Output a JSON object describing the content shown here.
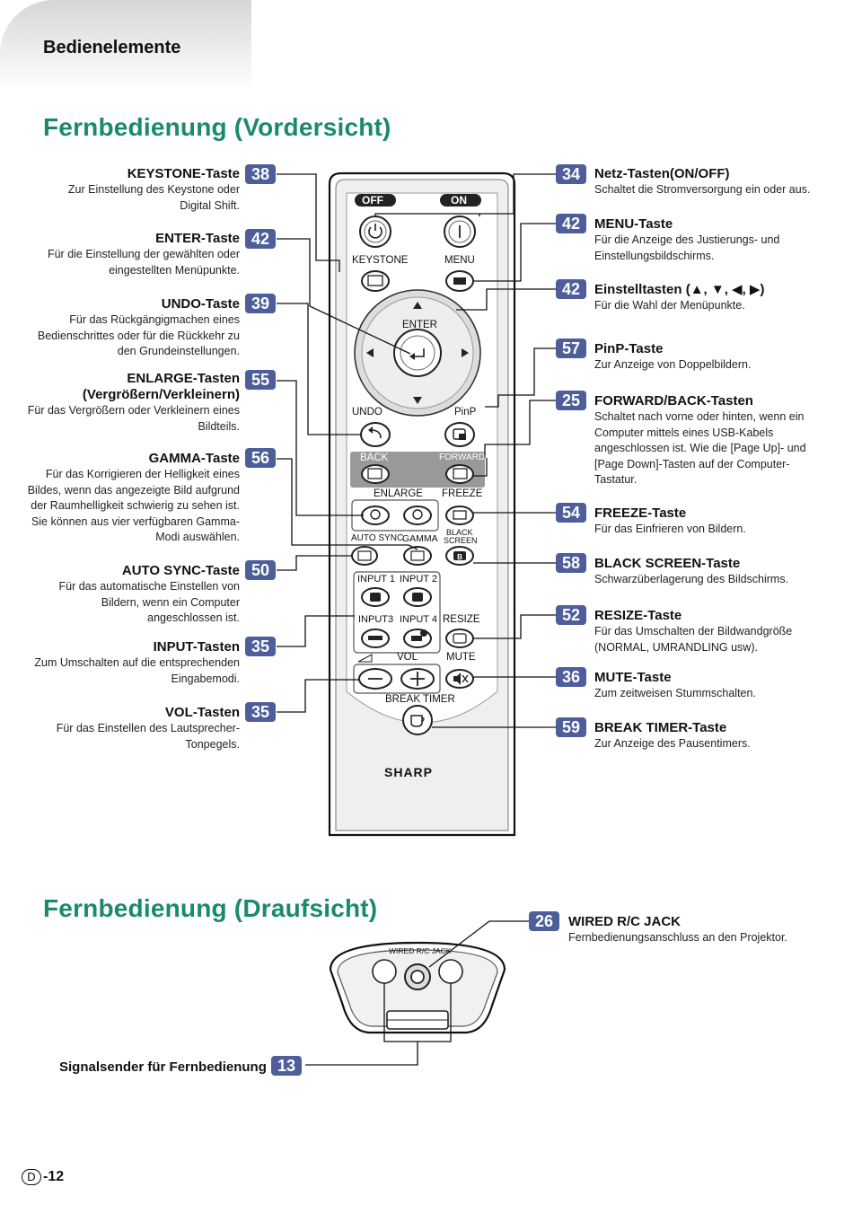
{
  "header": {
    "section": "Bedienelemente"
  },
  "front_title": "Fernbedienung (Vordersicht)",
  "top_title": "Fernbedienung (Draufsicht)",
  "left_items": [
    {
      "num": "38",
      "title": "KEYSTONE-Taste",
      "desc": [
        "Zur Einstellung des Keystone oder",
        "Digital Shift."
      ]
    },
    {
      "num": "42",
      "title": "ENTER-Taste",
      "desc": [
        "Für die Einstellung der gewählten oder",
        "eingestellten Menüpunkte."
      ]
    },
    {
      "num": "39",
      "title": "UNDO-Taste",
      "desc": [
        "Für das Rückgängigmachen eines",
        "Bedienschrittes oder für die Rückkehr zu",
        "den Grundeinstellungen."
      ]
    },
    {
      "num": "55",
      "title": "ENLARGE-Tasten",
      "title2": "(Vergrößern/Verkleinern)",
      "desc": [
        "Für das Vergrößern oder Verkleinern eines",
        "Bildteils."
      ]
    },
    {
      "num": "56",
      "title": "GAMMA-Taste",
      "desc": [
        "Für das Korrigieren der Helligkeit eines",
        "Bildes, wenn das angezeigte Bild aufgrund",
        "der Raumhelligkeit schwierig zu sehen ist.",
        "Sie können aus vier verfügbaren Gamma-",
        "Modi auswählen."
      ]
    },
    {
      "num": "50",
      "title": "AUTO SYNC-Taste",
      "desc": [
        "Für das automatische Einstellen von",
        "Bildern, wenn ein Computer",
        "angeschlossen ist."
      ]
    },
    {
      "num": "35",
      "title": "INPUT-Tasten",
      "desc": [
        "Zum Umschalten auf die entsprechenden",
        "Eingabemodi."
      ]
    },
    {
      "num": "35",
      "title": "VOL-Tasten",
      "desc": [
        "Für das Einstellen des Lautsprecher-",
        "Tonpegels."
      ]
    }
  ],
  "right_items": [
    {
      "num": "34",
      "title": "Netz-Tasten(ON/OFF)",
      "desc": [
        "Schaltet die Stromversorgung ein oder aus."
      ]
    },
    {
      "num": "42",
      "title": "MENU-Taste",
      "desc": [
        "Für die Anzeige des Justierungs- und",
        "Einstellungsbildschirms."
      ]
    },
    {
      "num": "42",
      "title": "Einstelltasten (▲, ▼, ◀, ▶)",
      "desc": [
        "Für die Wahl der Menüpunkte."
      ]
    },
    {
      "num": "57",
      "title": "PinP-Taste",
      "desc": [
        "Zur Anzeige von Doppelbildern."
      ]
    },
    {
      "num": "25",
      "title": "FORWARD/BACK-Tasten",
      "desc": [
        "Schaltet nach vorne oder hinten, wenn ein",
        "Computer mittels eines USB-Kabels",
        "angeschlossen ist. Wie die [Page Up]- und",
        "[Page Down]-Tasten auf der Computer-",
        "Tastatur."
      ]
    },
    {
      "num": "54",
      "title": "FREEZE-Taste",
      "desc": [
        "Für das Einfrieren von Bildern."
      ]
    },
    {
      "num": "58",
      "title": "BLACK SCREEN-Taste",
      "desc": [
        "Schwarzüberlagerung des Bildschirms."
      ]
    },
    {
      "num": "52",
      "title": "RESIZE-Taste",
      "desc": [
        "Für das Umschalten der Bildwandgröße",
        "(NORMAL, UMRANDLING usw)."
      ]
    },
    {
      "num": "36",
      "title": "MUTE-Taste",
      "desc": [
        "Zum zeitweisen Stummschalten."
      ]
    },
    {
      "num": "59",
      "title": "BREAK TIMER-Taste",
      "desc": [
        "Zur Anzeige des Pausentimers."
      ]
    }
  ],
  "jack": {
    "num": "26",
    "title": "WIRED R/C JACK",
    "desc": "Fernbedienungsanschluss an den Projektor."
  },
  "transmitter": {
    "num": "13",
    "title": "Signalsender für Fernbedienung"
  },
  "remote_labels": {
    "off": "OFF",
    "on": "ON",
    "keystone": "KEYSTONE",
    "menu": "MENU",
    "enter": "ENTER",
    "undo": "UNDO",
    "pinp": "PinP",
    "back": "BACK",
    "forward": "FORWARD",
    "enlarge": "ENLARGE",
    "freeze": "FREEZE",
    "auto_sync": "AUTO SYNC",
    "gamma": "GAMMA",
    "black": "BLACK",
    "screen": "SCREEN",
    "input1": "INPUT 1",
    "input2": "INPUT 2",
    "input3": "INPUT3",
    "input4": "INPUT 4",
    "resize": "RESIZE",
    "vol": "VOL",
    "mute": "MUTE",
    "break_timer": "BREAK TIMER",
    "brand": "SHARP",
    "wired_jack": "WIRED R/C JACK"
  },
  "footer": {
    "letter": "D",
    "page": "-12"
  }
}
